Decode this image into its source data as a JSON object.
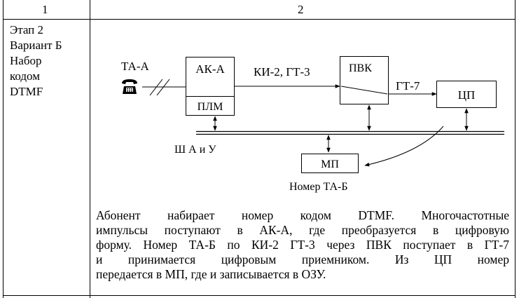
{
  "table": {
    "header": [
      "1",
      "2"
    ],
    "stage": {
      "lines": [
        "Этап 2",
        "Вариант Б",
        "Набор",
        "кодом",
        "DTMF"
      ]
    },
    "diagram": {
      "ta_a": "ТА-А",
      "ak_a": "АК-А",
      "plm": "ПЛМ",
      "ki_gt": "КИ-2, ГТ-3",
      "pvk": "ПВК",
      "gt7": "ГТ-7",
      "cp": "ЦП",
      "bus": "Ш А и У",
      "mp": "МП",
      "nomer": "Номер ТА-Б",
      "phone_icon": "telephone-icon"
    },
    "description": [
      "Абонент набирает номер кодом DTMF. Многочастотные",
      "импульсы поступают в АК-А, где преобразуется в цифровую",
      "форму. Номер ТА-Б по КИ-2 ГТ-3 через ПВК поступает в ГТ-7",
      "и принимается цифровым приемником. Из ЦП номер",
      "передается в МП, где и записывается в ОЗУ."
    ]
  }
}
